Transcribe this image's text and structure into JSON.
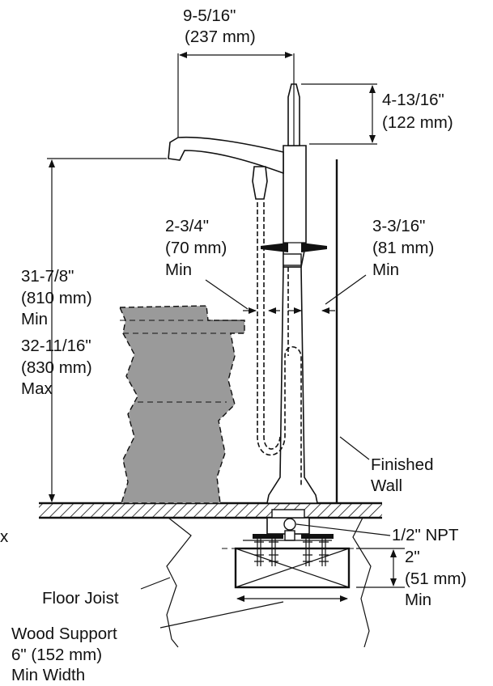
{
  "diagram": {
    "labels": {
      "spout_reach": "9-5/16\"",
      "spout_reach_mm": "(237 mm)",
      "handle_height": "4-13/16\"",
      "handle_height_mm": "(122 mm)",
      "tub_clearance": "2-3/4\"",
      "tub_clearance_mm": "(70 mm)",
      "tub_clearance_min": "Min",
      "wall_clearance": "3-3/16\"",
      "wall_clearance_mm": "(81 mm)",
      "wall_clearance_min": "Min",
      "spout_height_min": "31-7/8\"",
      "spout_height_min_mm": "(810 mm)",
      "spout_height_min_label": "Min",
      "spout_height_max": "32-11/16\"",
      "spout_height_max_mm": "(830 mm)",
      "spout_height_max_label": "Max",
      "finished_wall_1": "Finished",
      "finished_wall_2": "Wall",
      "supply": "1/2\" NPT",
      "support_depth": "2\"",
      "support_depth_mm": "(51 mm)",
      "support_depth_min": "Min",
      "floor_joist": "Floor Joist",
      "wood_support_1": "Wood Support",
      "wood_support_2": "6\" (152 mm)",
      "wood_support_3": "Min Width",
      "edge_fragment": "x"
    }
  }
}
